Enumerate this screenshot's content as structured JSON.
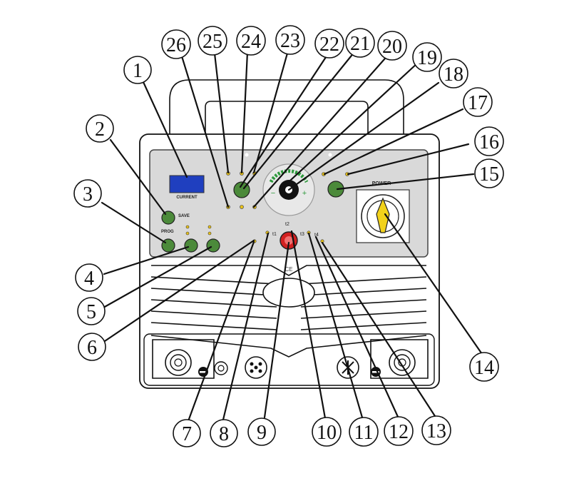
{
  "panel_labels": {
    "display": "CURRENT",
    "save": "SAVE",
    "prog": "PROG",
    "power": "POWER",
    "ce_mark": "CE",
    "timer_t1": "t1",
    "timer_t2": "t2",
    "timer_t3": "t3",
    "timer_t4": "t4",
    "knob_minus": "−",
    "knob_plus": "+"
  },
  "callouts": [
    {
      "id": 1,
      "label": "1"
    },
    {
      "id": 2,
      "label": "2"
    },
    {
      "id": 3,
      "label": "3"
    },
    {
      "id": 4,
      "label": "4"
    },
    {
      "id": 5,
      "label": "5"
    },
    {
      "id": 6,
      "label": "6"
    },
    {
      "id": 7,
      "label": "7"
    },
    {
      "id": 8,
      "label": "8"
    },
    {
      "id": 9,
      "label": "9"
    },
    {
      "id": 10,
      "label": "10"
    },
    {
      "id": 11,
      "label": "11"
    },
    {
      "id": 12,
      "label": "12"
    },
    {
      "id": 13,
      "label": "13"
    },
    {
      "id": 14,
      "label": "14"
    },
    {
      "id": 15,
      "label": "15"
    },
    {
      "id": 16,
      "label": "16"
    },
    {
      "id": 17,
      "label": "17"
    },
    {
      "id": 18,
      "label": "18"
    },
    {
      "id": 19,
      "label": "19"
    },
    {
      "id": 20,
      "label": "20"
    },
    {
      "id": 21,
      "label": "21"
    },
    {
      "id": 22,
      "label": "22"
    },
    {
      "id": 23,
      "label": "23"
    },
    {
      "id": 24,
      "label": "24"
    },
    {
      "id": 25,
      "label": "25"
    },
    {
      "id": 26,
      "label": "26"
    }
  ],
  "colors": {
    "panel": "#d9d9d9",
    "panel_border": "#444444",
    "display": "#1f3fbf",
    "button_green": "#4b8a3a",
    "led_yellow": "#e8c21a",
    "knob_arc": "#2e9a3c",
    "red_button": "#d22020",
    "switch_yellow": "#f2d21b"
  }
}
